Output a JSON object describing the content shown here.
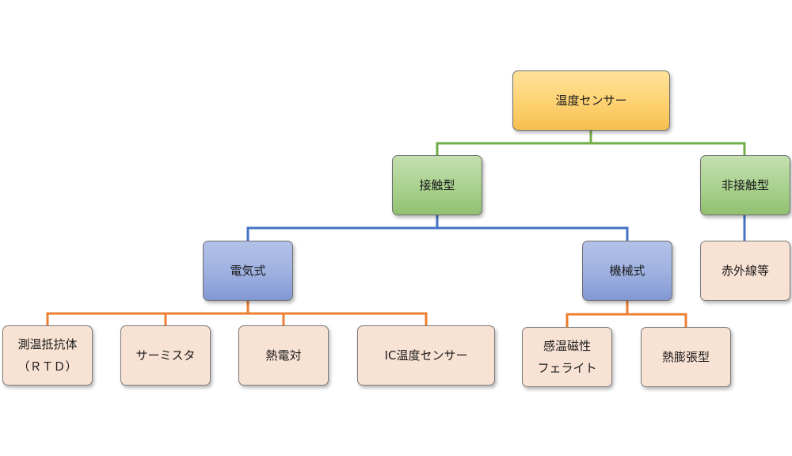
{
  "nodes": {
    "root": "温度センサー",
    "contact": "接触型",
    "noncontact": "非接触型",
    "electric": "電気式",
    "mechanical": "機械式",
    "infrared": "赤外線等",
    "rtd": [
      "測温抵抗体",
      "（ＲＴＤ）"
    ],
    "thermistor": "サーミスタ",
    "thermocouple": "熱電対",
    "ic_sensor": "IC温度センサー",
    "ferrite": [
      "感温磁性",
      "フェライト"
    ],
    "expansion": "熱膨張型"
  },
  "colors": {
    "level1_connector": "#70ad47",
    "level2_connector": "#4472c4",
    "level3_connector": "#ed7d31"
  }
}
